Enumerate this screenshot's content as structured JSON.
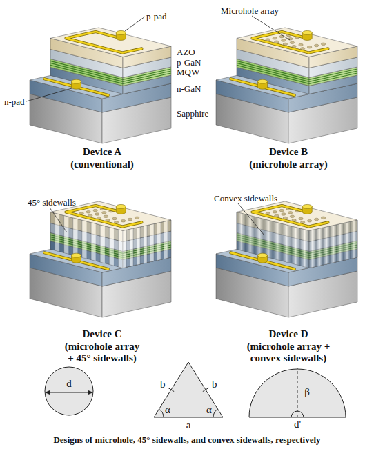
{
  "diagram": {
    "caption": "Designs of microhole, 45° sidewalls, and convex sidewalls, respectively",
    "nodes": [
      {
        "text": [
          "d"
        ]
      },
      {
        "text": [
          "b",
          "b",
          "α",
          "α",
          "a"
        ]
      },
      {
        "text": [
          "β",
          "d'"
        ]
      }
    ],
    "labels": [
      "p-pad",
      "AZO",
      "p-GaN",
      "MQW",
      "n-GaN",
      "Sapphire",
      "n-pad",
      "Device A",
      "(conventional)",
      "Microhole array",
      "Device B",
      "(microhole array)",
      "45° sidewalls",
      "Device C",
      "(microhole array + 45° sidewalls)",
      "Convex sidewalls",
      "Device D",
      "(microhole array + convex sidewalls)"
    ]
  }
}
